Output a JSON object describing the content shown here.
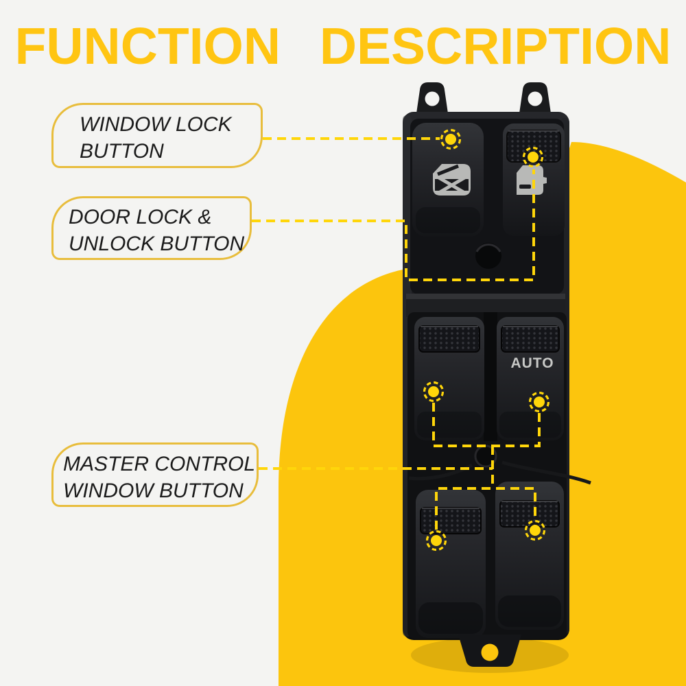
{
  "title": {
    "text": "FUNCTION DESCRIPTION"
  },
  "callouts": {
    "window_lock": {
      "line1": "WINDOW LOCK",
      "line2": "BUTTON"
    },
    "door_lock": {
      "line1": "DOOR LOCK &",
      "line2": "UNLOCK BUTTON"
    },
    "master_control": {
      "line1": "MASTER CONTROL",
      "line2": "WINDOW BUTTON"
    }
  },
  "product": {
    "kind": "power-window-master-switch",
    "auto_label": "AUTO"
  },
  "icons": {
    "window_lock_icon": "window-pane-with-x-glyph",
    "door_lock_icon": "car-door-lock-glyph"
  },
  "markers": [
    "window-lock-marker",
    "door-lock-marker",
    "front-left-window-marker",
    "front-right-window-marker",
    "rear-left-window-marker",
    "rear-right-window-marker"
  ],
  "colors": {
    "background": "#f4f4f2",
    "title_yellow": "#ffc512",
    "arch_yellow": "#fcc50d",
    "connector_yellow": "#ffd60a",
    "callout_border": "#e8bd3c",
    "text_black": "#1b1b1b",
    "switch_black": "#17181b",
    "icon_gray": "#b8b9b7"
  }
}
